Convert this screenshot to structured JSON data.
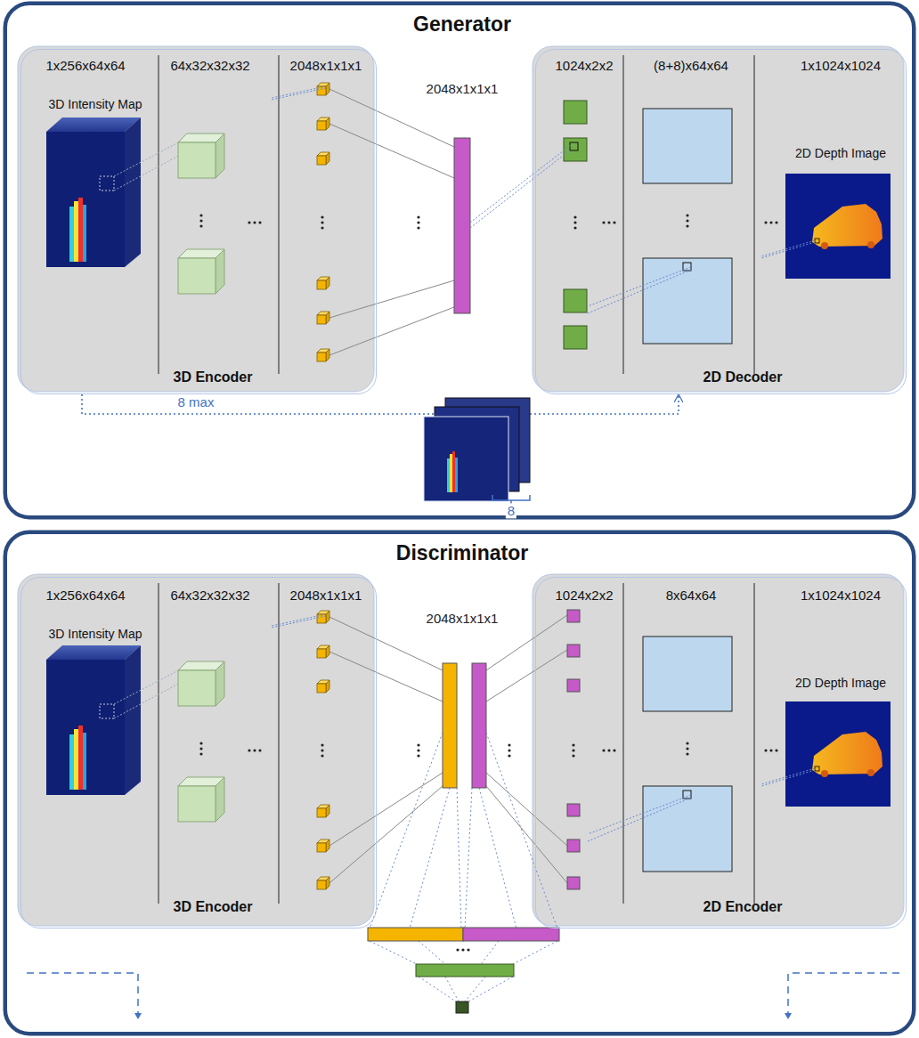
{
  "diagram": {
    "nodes": [
      {
        "text": [
          "Generator"
        ]
      },
      {
        "text": [
          "1x256x64x64",
          "64x32x32x32",
          "2048x1x1x1",
          "3D Intensity Map",
          "3D Encoder"
        ],
        "in": 0
      },
      {
        "text": [
          "1024x2x2",
          "(8+8)x64x64",
          "1x1024x1024",
          "2D Depth Image",
          "2D Decoder"
        ],
        "in": 0
      },
      {
        "text": [
          "Discriminator"
        ]
      },
      {
        "text": [
          "1x256x64x64",
          "64x32x32x32",
          "2048x1x1x1",
          "3D Intensity Map",
          "3D Encoder"
        ],
        "in": 3
      },
      {
        "text": [
          "1024x2x2",
          "8x64x64",
          "1x1024x1024",
          "2D Depth Image",
          "2D Encoder"
        ],
        "in": 3
      }
    ],
    "edges": [
      {
        "from": 1,
        "to": 2,
        "arrow": "to",
        "label": "8 max"
      }
    ],
    "labels": [
      "2048x1x1x1",
      "8",
      "2048x1x1x1"
    ]
  }
}
